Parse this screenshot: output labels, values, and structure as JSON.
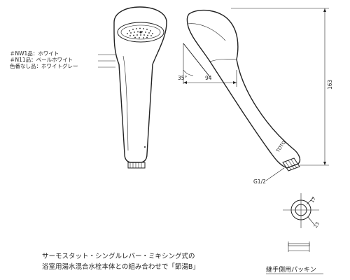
{
  "colors": {
    "line": "#222222",
    "background": "#ffffff"
  },
  "color_labels": [
    "＃NW1品：ホワイト",
    "＃N11品：ペールホワイト",
    "色番なし品：ホワイトグレー"
  ],
  "dimensions": {
    "angle": "35°",
    "horizontal": "94",
    "height": "163",
    "thread": "G1/2",
    "width_17": "17",
    "diameter_23": "23"
  },
  "brand_mark": "TOTO",
  "description_lines": [
    "サーモスタット・シングルレバー・ミキシング式の",
    "浴室用湯水混合水栓本体との組み合わせで「節湯B」"
  ],
  "gasket_caption": "継手側用パッキン"
}
